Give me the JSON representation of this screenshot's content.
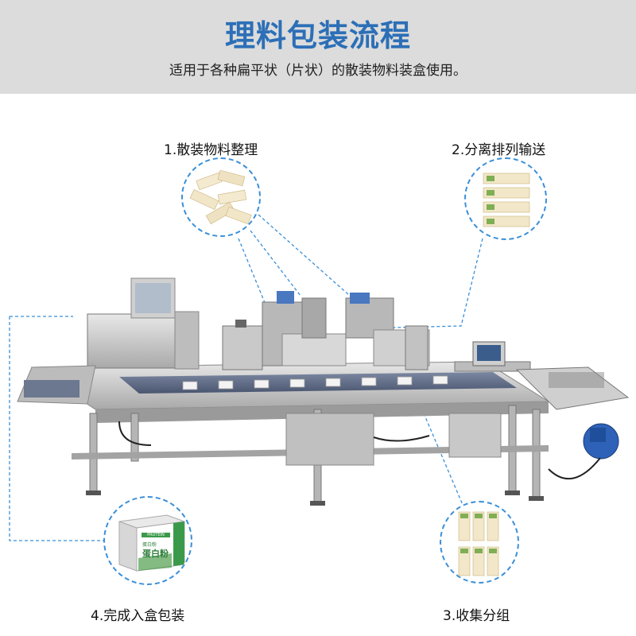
{
  "header": {
    "title": "理料包装流程",
    "subtitle": "适用于各种扁平状（片状）的散装物料装盒使用。"
  },
  "steps": [
    {
      "label": "1.散装物料整理"
    },
    {
      "label": "2.分离排列输送"
    },
    {
      "label": "3.收集分组"
    },
    {
      "label": "4.完成入盒包装"
    }
  ],
  "product_box": {
    "brand_line": "PROTEIN POWDER",
    "small_text": "蛋白粉",
    "main_text": "蛋白粉"
  },
  "colors": {
    "title": "#2c6fb7",
    "dashed_line": "#3a8fd8",
    "header_bg": "#dcdcdc"
  }
}
